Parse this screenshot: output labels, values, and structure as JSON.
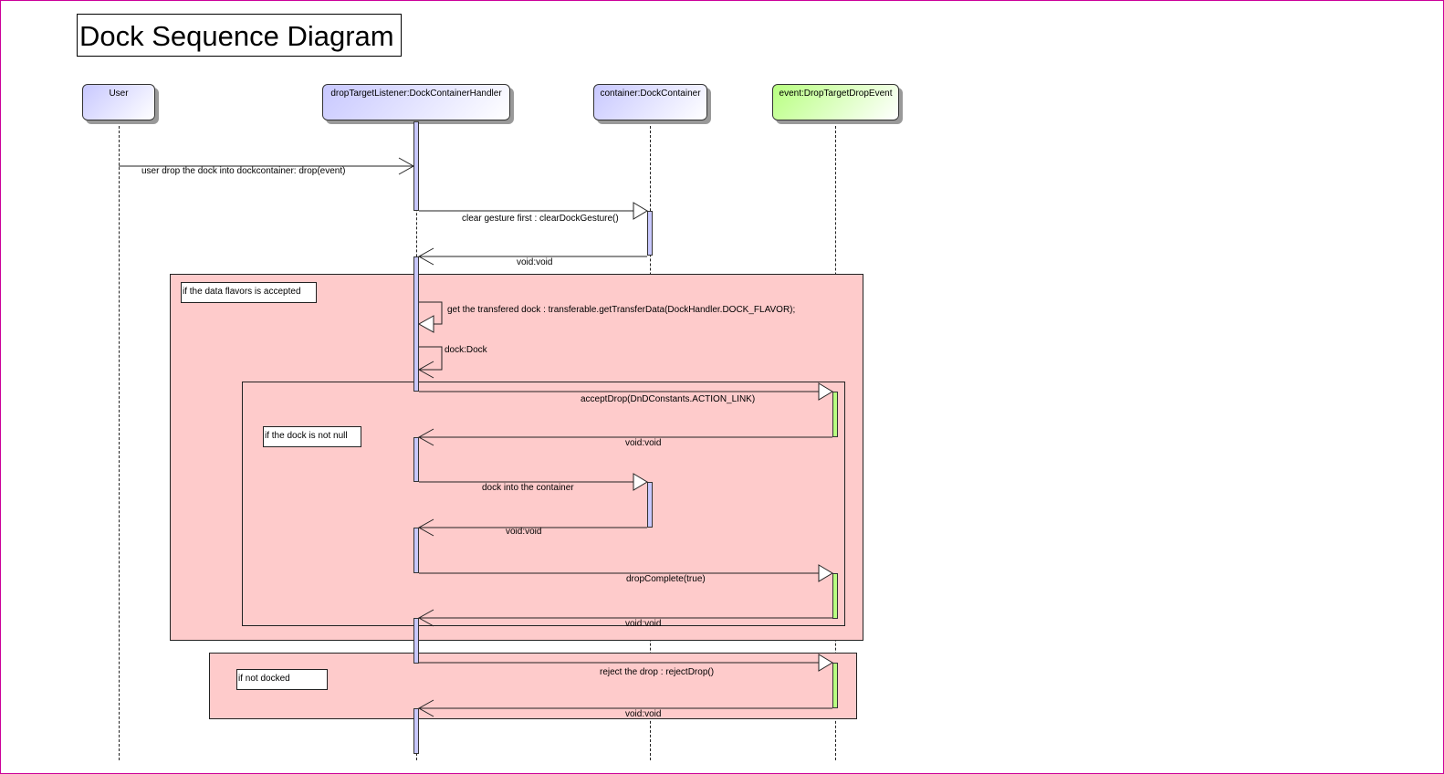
{
  "title": "Dock Sequence Diagram",
  "colors": {
    "lifeline_gradient_start": "#c8c8ff",
    "lifeline_gradient_end": "#ffffff",
    "event_gradient_start": "#b8ff80",
    "fragment_fill": "#fecbcb",
    "activation_blue": "#c8c8ff",
    "activation_green": "#b8ff80"
  },
  "lifelines": [
    {
      "label": "User"
    },
    {
      "label": "dropTargetListener:DockContainerHandler"
    },
    {
      "label": "container:DockContainer"
    },
    {
      "label": "event:DropTargetDropEvent"
    }
  ],
  "guards": {
    "outer": "if the data flavors is accepted",
    "inner": "if the dock is not null",
    "reject": "if not docked"
  },
  "messages": [
    {
      "label": "user drop the dock into dockcontainer: drop(event)"
    },
    {
      "label": "clear gesture first : clearDockGesture()"
    },
    {
      "label": "void:void"
    },
    {
      "label": "get the transfered dock : transferable.getTransferData(DockHandler.DOCK_FLAVOR);"
    },
    {
      "label": "dock:Dock"
    },
    {
      "label": "acceptDrop(DnDConstants.ACTION_LINK)"
    },
    {
      "label": "void:void"
    },
    {
      "label": "dock into the container"
    },
    {
      "label": "void:void"
    },
    {
      "label": "dropComplete(true)"
    },
    {
      "label": "void:void"
    },
    {
      "label": "reject the drop : rejectDrop()"
    },
    {
      "label": "void:void"
    }
  ]
}
